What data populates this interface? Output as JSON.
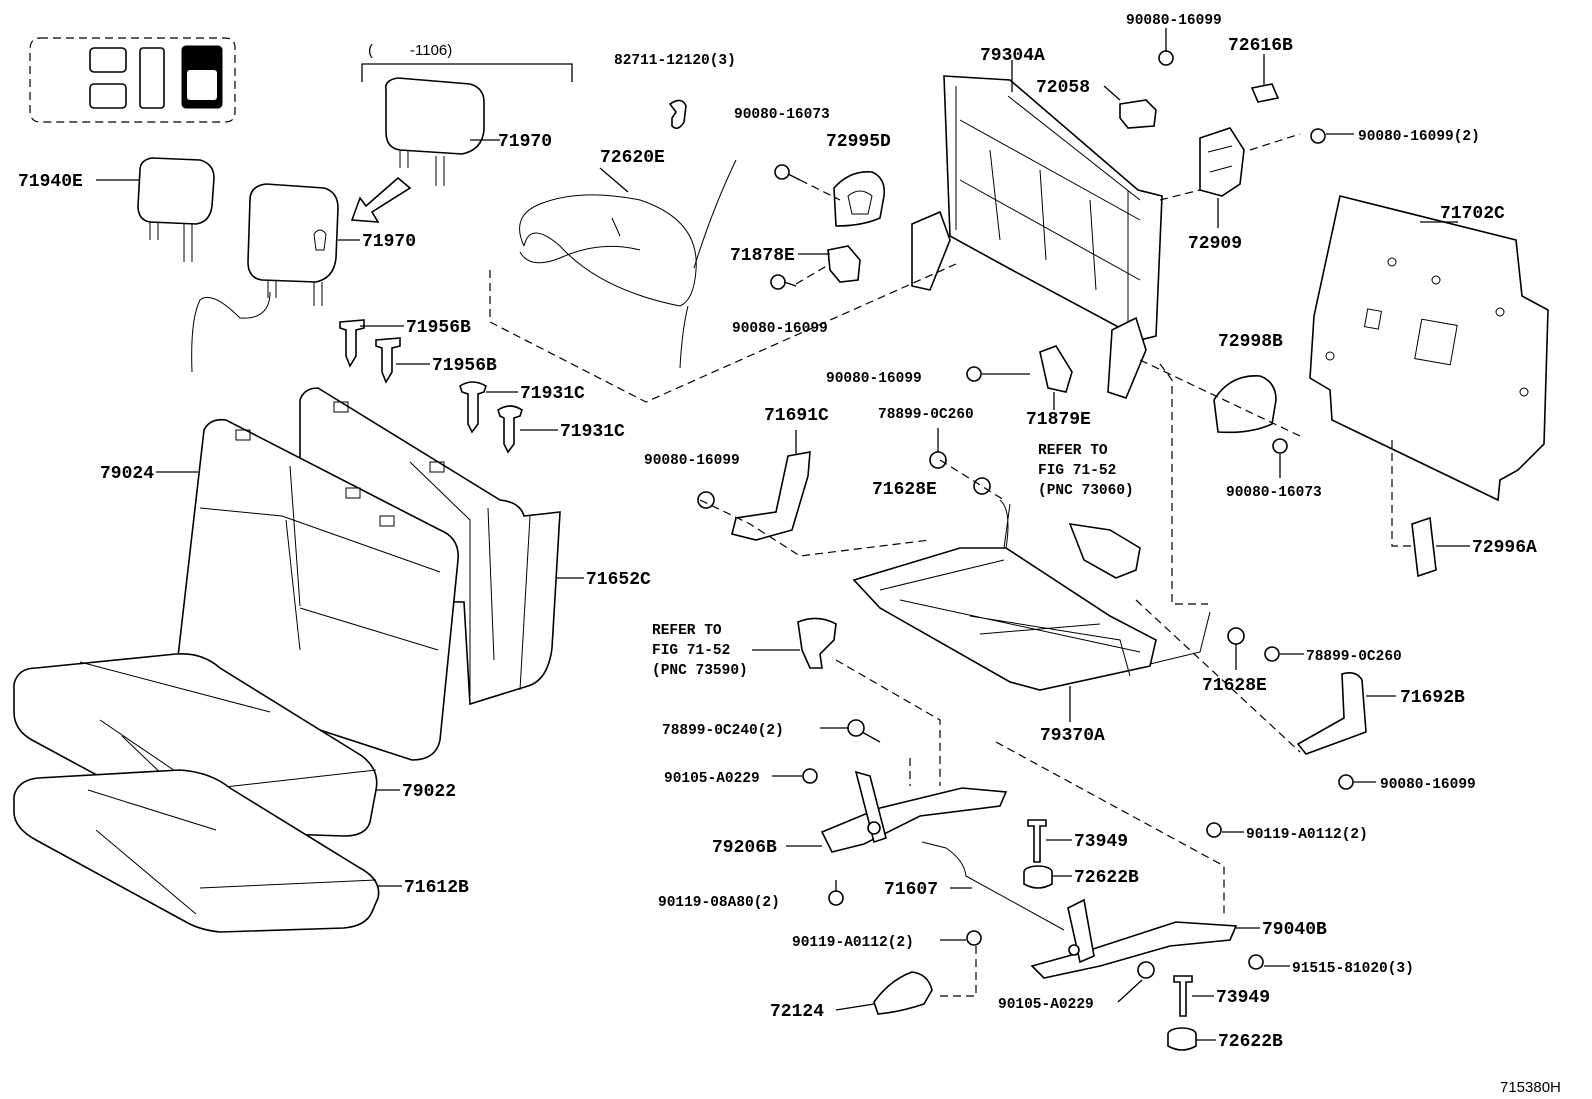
{
  "figure": {
    "id": "715380H",
    "range_note_open": "(",
    "range_note_value": "-1106)"
  },
  "labels": {
    "p71970_top": "71970",
    "p71970_mid": "71970",
    "p71940E": "71940E",
    "p71956B_a": "71956B",
    "p71956B_b": "71956B",
    "p71931C_a": "71931C",
    "p71931C_b": "71931C",
    "p79024": "79024",
    "p71652C": "71652C",
    "p79022": "79022",
    "p71612B": "71612B",
    "p82711": "82711-12120(3)",
    "p72620E": "72620E",
    "p90080_16073_a": "90080-16073",
    "p72995D": "72995D",
    "p71878E": "71878E",
    "p90080_16099_a": "90080-16099",
    "p79304A": "79304A",
    "p90080_16099_top": "90080-16099",
    "p72058": "72058",
    "p72616B": "72616B",
    "p90080_16099_2_a": "90080-16099(2)",
    "p72909": "72909",
    "p71702C": "71702C",
    "p72998B": "72998B",
    "p90080_16073_b": "90080-16073",
    "p72996A": "72996A",
    "p90080_16099_b": "90080-16099",
    "p71879E": "71879E",
    "p71691C": "71691C",
    "p90080_16099_c": "90080-16099",
    "p78899_0C260_a": "78899-0C260",
    "p71628E_a": "71628E",
    "p78899_0C260_b": "78899-0C260",
    "p71628E_b": "71628E",
    "p71692B": "71692B",
    "p90080_16099_d": "90080-16099",
    "p79370A": "79370A",
    "p78899_0C240": "78899-0C240(2)",
    "p90105_A0229_a": "90105-A0229",
    "p79206B": "79206B",
    "p90119_08A80": "90119-08A80(2)",
    "p73949_a": "73949",
    "p72622B_a": "72622B",
    "p90119_A0112_a": "90119-A0112(2)",
    "p71607": "71607",
    "p79040B": "79040B",
    "p90119_A0112_b": "90119-A0112(2)",
    "p91515": "91515-81020(3)",
    "p72124": "72124",
    "p90105_A0229_b": "90105-A0229",
    "p73949_b": "73949",
    "p72622B_b": "72622B"
  },
  "notes": {
    "refer_a": [
      "REFER TO",
      "FIG 71-52",
      "(PNC 73060)"
    ],
    "refer_b": [
      "REFER TO",
      "FIG 71-52",
      "(PNC 73590)"
    ]
  }
}
